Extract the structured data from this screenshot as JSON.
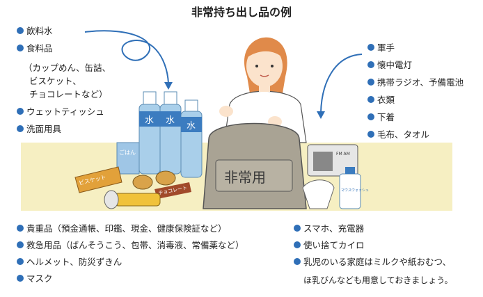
{
  "title": "非常持ち出し品の例",
  "accent_color": "#2f6fb7",
  "left_items": [
    "飲料水",
    "食料品"
  ],
  "food_detail": [
    "（カップめん、缶詰、",
    "ビスケット、",
    "チョコレートなど）"
  ],
  "left_items2": [
    "ウェットティッシュ",
    "洗面用具"
  ],
  "right_items": [
    "軍手",
    "懐中電灯",
    "携帯ラジオ、予備電池",
    "衣類",
    "下着",
    "毛布、タオル"
  ],
  "bottom_left": [
    "貴重品（預金通帳、印鑑、現金、健康保険証など）",
    "救急用品（ばんそうこう、包帯、消毒液、常備薬など）",
    "ヘルメット、防災ずきん",
    "マスク"
  ],
  "bottom_right": [
    "スマホ、充電器",
    "使い捨てカイロ",
    "乳児のいる家庭はミルクや紙おむつ、"
  ],
  "bottom_right_cont": "ほ乳びんなども用意しておきましょう。",
  "labels": {
    "water": "水",
    "rice": "ごはん",
    "biscuit": "ビスケット",
    "choco": "チョコレート",
    "bag": "非常用",
    "radio": "FM AM",
    "wash": "マウスウォッシュ"
  }
}
